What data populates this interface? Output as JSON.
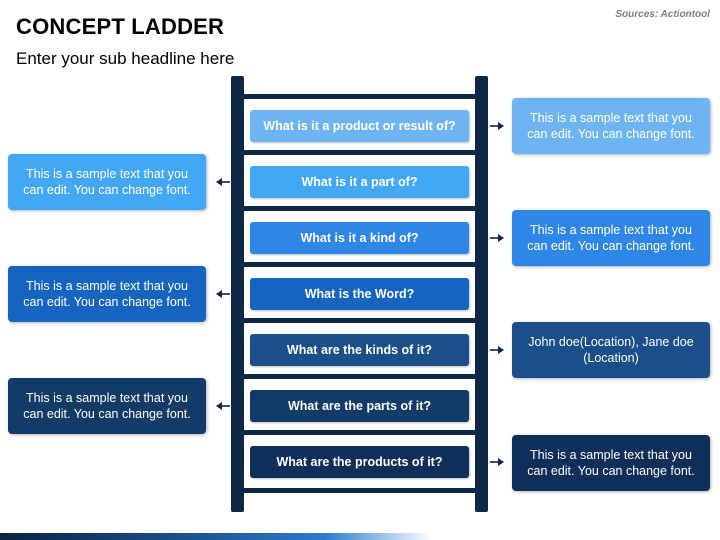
{
  "header": {
    "title": "CONCEPT LADDER",
    "subtitle": "Enter your sub headline here",
    "source": "Sources: Actiontool"
  },
  "ladder": {
    "questions": [
      {
        "label": "What is it a product or result of?",
        "color": "#6eb4f0"
      },
      {
        "label": "What is it a part of?",
        "color": "#42a8f5"
      },
      {
        "label": "What is it a kind of?",
        "color": "#2e86e6"
      },
      {
        "label": "What is the Word?",
        "color": "#1565c0"
      },
      {
        "label": "What are the kinds of it?",
        "color": "#1a4f8a"
      },
      {
        "label": "What are the parts of it?",
        "color": "#123b68"
      },
      {
        "label": "What are the products of it?",
        "color": "#0f2e5a"
      }
    ]
  },
  "callouts": [
    {
      "text": "This is a sample text that you can edit. You can change font.",
      "side": "right",
      "color": "#6eb4f0"
    },
    {
      "text": "This is a sample text that you can edit. You can change font.",
      "side": "left",
      "color": "#42a8f5"
    },
    {
      "text": "This is a sample text that you can edit. You can change font.",
      "side": "right",
      "color": "#2e86e6"
    },
    {
      "text": "This is a sample text that you can edit. You can change font.",
      "side": "left",
      "color": "#1565c0"
    },
    {
      "text": "John doe(Location), Jane doe (Location)",
      "side": "right",
      "color": "#1a4f8a"
    },
    {
      "text": "This is a sample text that you can edit. You can change font.",
      "side": "left",
      "color": "#123b68"
    },
    {
      "text": "This is a sample text that you can edit. You can change font.",
      "side": "right",
      "color": "#0f2e5a"
    }
  ],
  "colors": {
    "ladder": "#0f2747",
    "arrow": "#0f2747"
  }
}
